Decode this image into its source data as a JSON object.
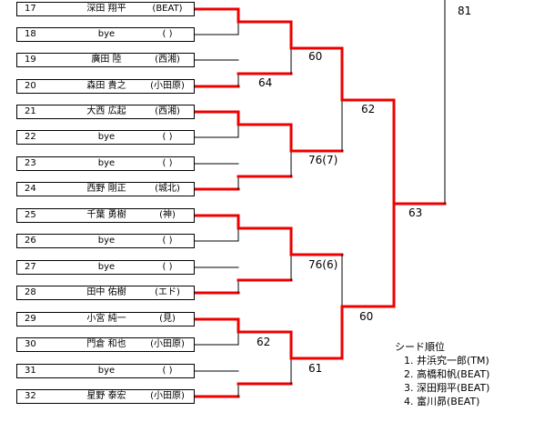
{
  "colors": {
    "win_line": "#ee0000",
    "line": "#000000"
  },
  "players": [
    {
      "num": "17",
      "name": "深田 翔平",
      "club": "(BEAT)"
    },
    {
      "num": "18",
      "name": "bye",
      "club": "(  )"
    },
    {
      "num": "19",
      "name": "廣田 陸",
      "club": "(西湘)"
    },
    {
      "num": "20",
      "name": "森田 貴之",
      "club": "(小田原)"
    },
    {
      "num": "21",
      "name": "大西 広起",
      "club": "(西湘)"
    },
    {
      "num": "22",
      "name": "bye",
      "club": "(  )"
    },
    {
      "num": "23",
      "name": "bye",
      "club": "(  )"
    },
    {
      "num": "24",
      "name": "西野 剛正",
      "club": "(城北)"
    },
    {
      "num": "25",
      "name": "千葉 勇樹",
      "club": "(神)"
    },
    {
      "num": "26",
      "name": "bye",
      "club": "(  )"
    },
    {
      "num": "27",
      "name": "bye",
      "club": "(  )"
    },
    {
      "num": "28",
      "name": "田中 佑樹",
      "club": "(エド)"
    },
    {
      "num": "29",
      "name": "小宮 純一",
      "club": "(見)"
    },
    {
      "num": "30",
      "name": "門倉 和也",
      "club": "(小田原)"
    },
    {
      "num": "31",
      "name": "bye",
      "club": "(  )"
    },
    {
      "num": "32",
      "name": "星野 泰宏",
      "club": "(小田原)"
    }
  ],
  "scores": {
    "r2_17_20": "60",
    "r1_19_20": "64",
    "r3_17_24": "62",
    "r2_21_24": "76(7)",
    "r4_top": "81",
    "r4_bottom": "63",
    "r2_25_28": "76(6)",
    "r3_25_32": "60",
    "r1_29_30": "62",
    "r2_29_32": "61"
  },
  "seeds": {
    "title": "シード順位",
    "items": [
      "1. 井浜究一郎(TM)",
      "2. 高橋和帆(BEAT)",
      "3. 深田翔平(BEAT)",
      "4. 富川昴(BEAT)"
    ]
  }
}
